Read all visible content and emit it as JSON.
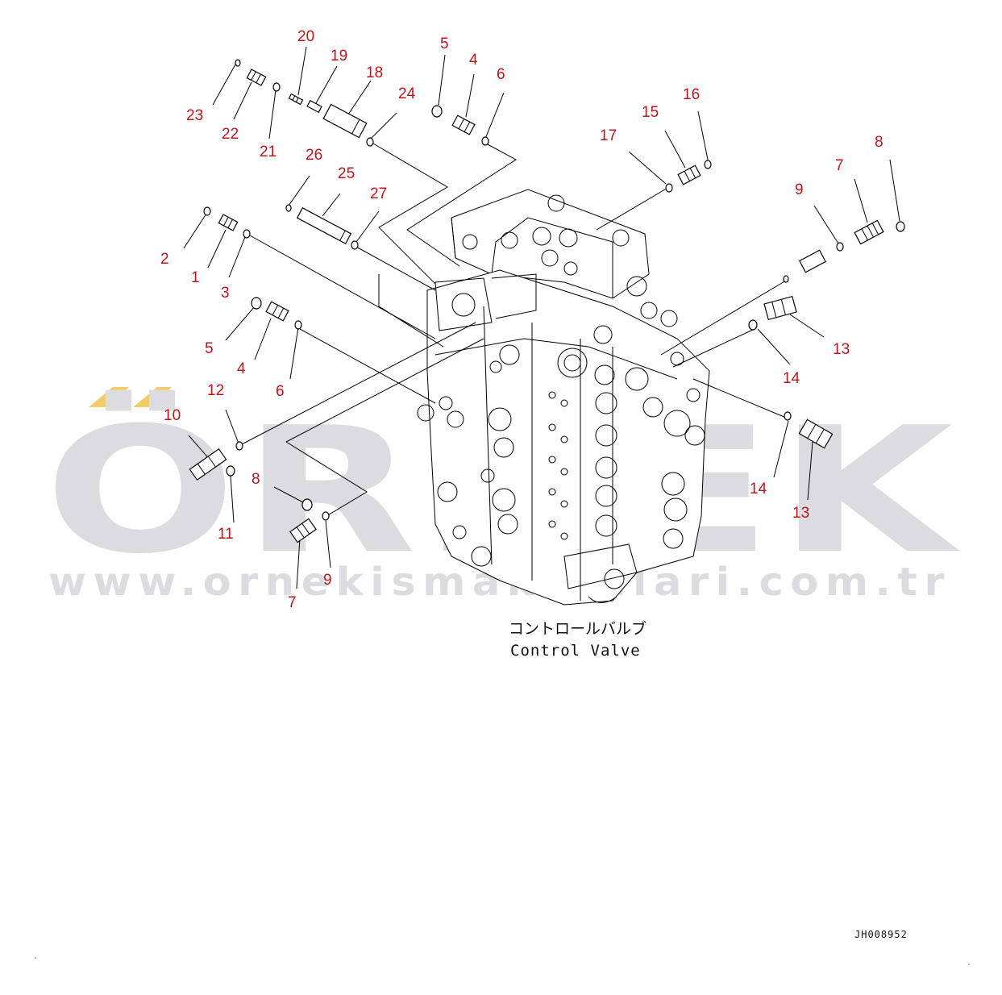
{
  "watermark": {
    "brand": "ÖRNEK",
    "url": "www.ornekismakinalari.com.tr",
    "accent_color": "#f2cc66",
    "text_color": "#dcdce0"
  },
  "caption": {
    "japanese": "コントロールバルブ",
    "english": "Control Valve"
  },
  "drawing_code": "JH008952",
  "label_color": "#c0141c",
  "callouts": [
    "20",
    "19",
    "18",
    "24",
    "5",
    "4",
    "6",
    "23",
    "22",
    "21",
    "16",
    "15",
    "17",
    "8",
    "7",
    "9",
    "26",
    "25",
    "27",
    "2",
    "1",
    "3",
    "5",
    "4",
    "6",
    "13",
    "14",
    "12",
    "10",
    "11",
    "8",
    "9",
    "7",
    "14",
    "13"
  ]
}
